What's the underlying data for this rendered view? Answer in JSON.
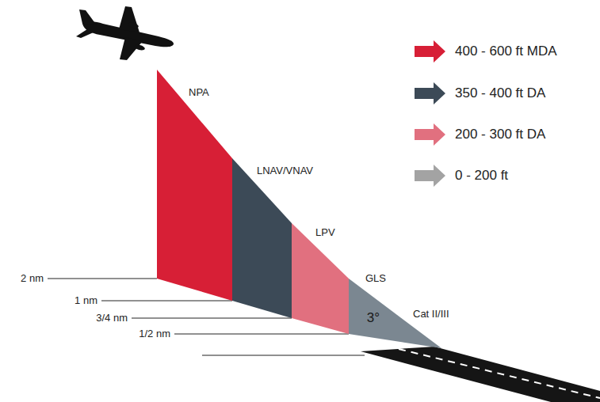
{
  "diagram": {
    "nodes": [
      {
        "text": [
          "NPA"
        ]
      },
      {
        "text": [
          "LNAV/VNAV"
        ]
      },
      {
        "text": [
          "LPV"
        ]
      },
      {
        "text": [
          "GLS",
          "3°",
          "Cat II/III"
        ]
      }
    ],
    "labels": [
      "2 nm",
      "1 nm",
      "3/4 nm",
      "1/2 nm"
    ],
    "legend": [
      {
        "text": "400 - 600 ft MDA",
        "color": "#d71f36"
      },
      {
        "text": "350 - 400 ft DA",
        "color": "#3c4a57"
      },
      {
        "text": "200 - 300 ft DA",
        "color": "#e1707f"
      },
      {
        "text": "0 - 200 ft",
        "color": "#a3a3a3"
      }
    ]
  }
}
